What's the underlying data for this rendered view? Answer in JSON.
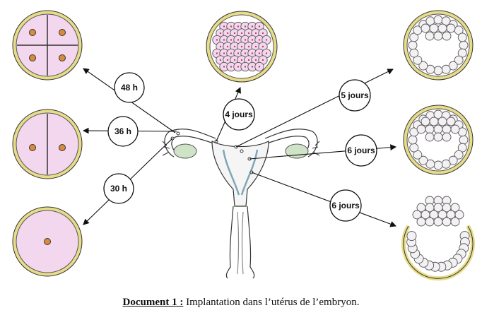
{
  "labels": {
    "t48h": "48 h",
    "t36h": "36 h",
    "t30h": "30 h",
    "t4j": "4 jours",
    "t5j": "5 jours",
    "t6j_a": "6 jours",
    "t6j_b": "6 jours"
  },
  "caption": {
    "label": "Document 1 :",
    "text": " Implantation dans l’utérus de l’embryon."
  },
  "colors": {
    "ring": "#e6dc8a",
    "cytoplasm": "#f3d7ef",
    "nucleus": "#d98a3a",
    "ovary": "#cfe3c6"
  }
}
